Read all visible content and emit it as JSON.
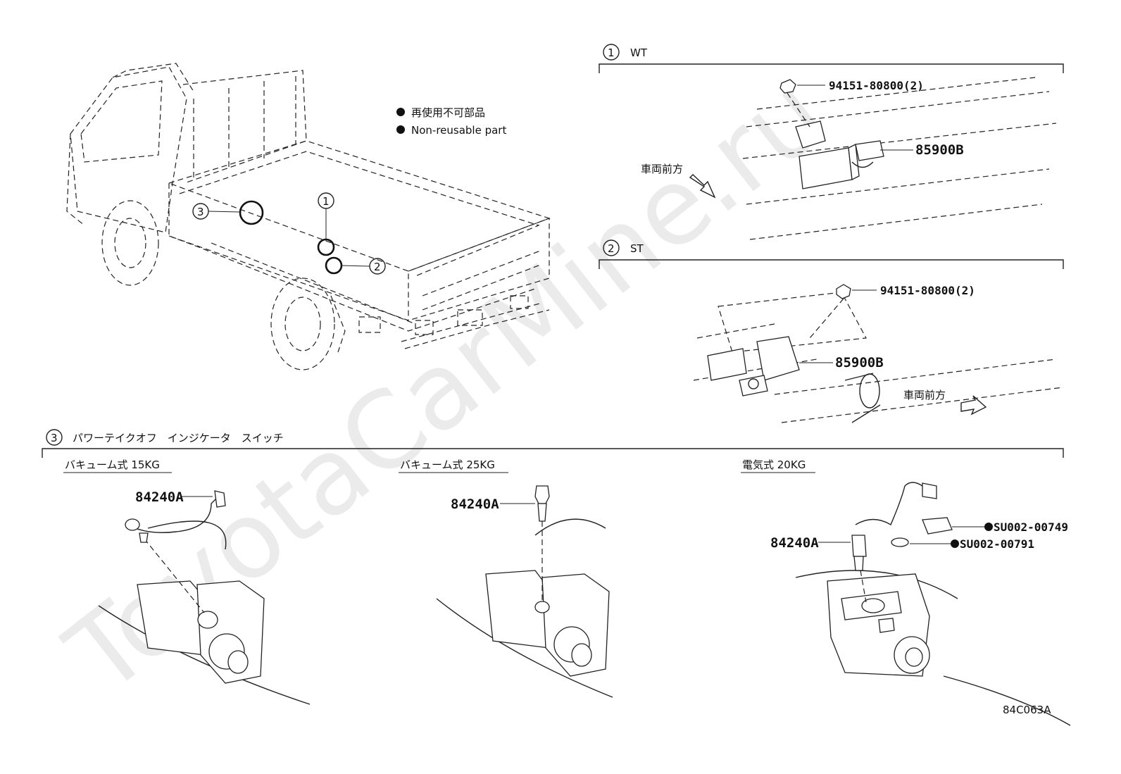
{
  "legend": {
    "jp": "再使用不可部品",
    "en": "Non-reusable part"
  },
  "callouts": {
    "c1": "1",
    "c2": "2",
    "c3": "3"
  },
  "sections": {
    "wt": {
      "num": "1",
      "title": "WT",
      "bolt": "94151-80800(2)",
      "sensor": "85900B",
      "front": "車両前方"
    },
    "st": {
      "num": "2",
      "title": "ST",
      "bolt": "94151-80800(2)",
      "sensor": "85900B",
      "front": "車両前方"
    },
    "pto": {
      "num": "3",
      "title": "パワーテイクオフ　インジケータ　スイッチ",
      "sub1": "バキューム式 15KG",
      "sub2": "バキューム式 25KG",
      "sub3": "電気式 20KG",
      "part1": "84240A",
      "part2": "84240A",
      "part3": "84240A",
      "np1": "SU002-00749",
      "np2": "SU002-00791"
    }
  },
  "diagram_id": "84C063A",
  "watermark": "ToyotaCarMine.ru",
  "colors": {
    "line": "#222222",
    "watermark": "#d9d9d9"
  }
}
